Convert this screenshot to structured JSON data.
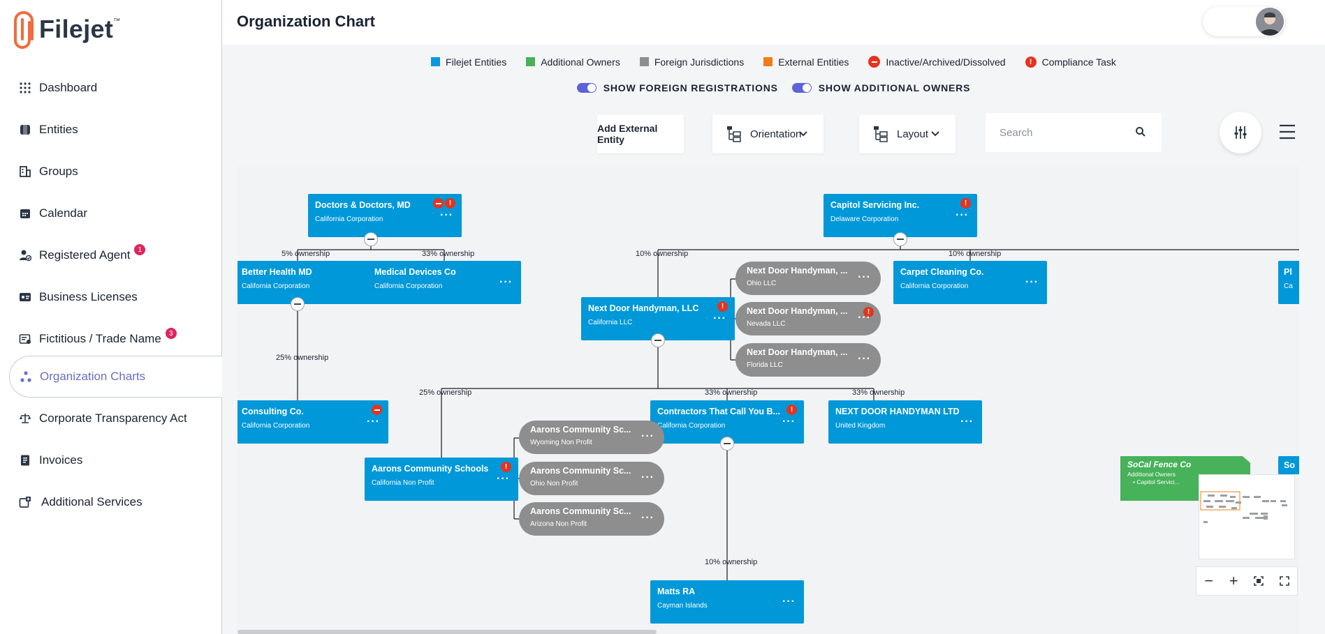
{
  "app": {
    "name": "Filejet",
    "tm": "™"
  },
  "sidebar": {
    "items": [
      {
        "label": "Dashboard",
        "icon": "grid-dots-icon"
      },
      {
        "label": "Entities",
        "icon": "entities-icon"
      },
      {
        "label": "Groups",
        "icon": "building-icon"
      },
      {
        "label": "Calendar",
        "icon": "calendar-icon"
      },
      {
        "label": "Registered Agent",
        "icon": "user-check-icon",
        "badge": "1"
      },
      {
        "label": "Business Licenses",
        "icon": "license-icon"
      },
      {
        "label": "Fictitious / Trade Name",
        "icon": "trade-name-icon",
        "badge": "3"
      },
      {
        "label": "Organization Charts",
        "icon": "org-chart-icon",
        "active": true
      },
      {
        "label": "Corporate Transparency Act",
        "icon": "scales-icon"
      },
      {
        "label": "Invoices",
        "icon": "invoice-icon"
      },
      {
        "label": "Additional Services",
        "icon": "add-services-icon"
      }
    ]
  },
  "header": {
    "title": "Organization Chart"
  },
  "legend": [
    {
      "label": "Filejet Entities",
      "color": "#0a96e0",
      "kind": "square"
    },
    {
      "label": "Additional Owners",
      "color": "#47b25a",
      "kind": "square"
    },
    {
      "label": "Foreign Jurisdictions",
      "color": "#8e8e8e",
      "kind": "square"
    },
    {
      "label": "External Entities",
      "color": "#f07d1a",
      "kind": "square"
    },
    {
      "label": "Inactive/Archived/Dissolved",
      "color": "#e4341f",
      "kind": "minus"
    },
    {
      "label": "Compliance Task",
      "color": "#e4341f",
      "kind": "exclaim"
    }
  ],
  "toggles": [
    {
      "label": "SHOW FOREIGN REGISTRATIONS",
      "on": true
    },
    {
      "label": "SHOW ADDITIONAL OWNERS",
      "on": true
    }
  ],
  "toolbar": {
    "add_external": "Add External Entity",
    "orientation": "Orientation",
    "layout": "Layout",
    "search_placeholder": "Search"
  },
  "chart": {
    "nodes": [
      {
        "id": "doctors",
        "name": "Doctors & Doctors, MD",
        "sub": "California Corporation",
        "inactive": true,
        "task": true
      },
      {
        "id": "capitol",
        "name": "Capitol Servicing Inc.",
        "sub": "Delaware Corporation",
        "task": true
      },
      {
        "id": "better",
        "name": "Better Health MD",
        "sub": "California Corporation",
        "inactive": true
      },
      {
        "id": "medical",
        "name": "Medical Devices Co",
        "sub": "California Corporation"
      },
      {
        "id": "consulting",
        "name": "Consulting Co.",
        "sub": "California Corporation",
        "inactive": true
      },
      {
        "id": "nextdoor",
        "name": "Next Door Handyman, LLC",
        "sub": "California LLC",
        "task": true
      },
      {
        "id": "carpet",
        "name": "Carpet Cleaning Co.",
        "sub": "California Corporation"
      },
      {
        "id": "aarons",
        "name": "Aarons Community Schools",
        "sub": "California Non Profit",
        "task": true
      },
      {
        "id": "contractors",
        "name": "Contractors That Call You B...",
        "sub": "California Corporation",
        "task": true
      },
      {
        "id": "ndhltd",
        "name": "NEXT DOOR HANDYMAN LTD",
        "sub": "United Kingdom"
      },
      {
        "id": "matts",
        "name": "Matts RA",
        "sub": "Cayman Islands"
      }
    ],
    "foreign": [
      {
        "id": "nd-oh",
        "name": "Next Door Handyman, ...",
        "sub": "Ohio LLC"
      },
      {
        "id": "nd-nv",
        "name": "Next Door Handyman, ...",
        "sub": "Nevada LLC",
        "task": true
      },
      {
        "id": "nd-fl",
        "name": "Next Door Handyman, ...",
        "sub": "Florida LLC"
      },
      {
        "id": "ac-wy",
        "name": "Aarons Community Sc...",
        "sub": "Wyoming Non Profit"
      },
      {
        "id": "ac-oh",
        "name": "Aarons Community Sc...",
        "sub": "Ohio Non Profit"
      },
      {
        "id": "ac-az",
        "name": "Aarons Community Sc...",
        "sub": "Arizona Non Profit"
      }
    ],
    "edge_labels": [
      "5% ownership",
      "33% ownership",
      "25% ownership",
      "10% ownership",
      "10% ownership",
      "25% ownership",
      "33% ownership",
      "33% ownership",
      "10% ownership"
    ],
    "additional_owner": {
      "name": "SoCal Fence Co",
      "sub": "Additional Owners",
      "item": "Capitol Servici..."
    },
    "partial": {
      "name1": "Pl",
      "sub1": "Ca",
      "name2": "So"
    }
  },
  "zoom": {
    "minus": "−",
    "plus": "+"
  }
}
